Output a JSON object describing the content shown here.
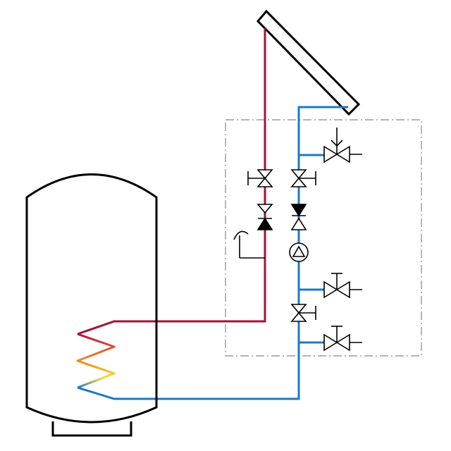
{
  "diagram": {
    "type": "solar-thermal-hydraulic-schematic",
    "colors": {
      "outline": "#000000",
      "hot_line": "#a3123a",
      "cold_line": "#1a7ac8",
      "station_boundary": "#888888",
      "coil_gradient": [
        "#b5103a",
        "#e8702a",
        "#f0a020",
        "#f5e030",
        "#1a7ac8"
      ]
    },
    "components": [
      {
        "id": "solar-collector",
        "kind": "collector"
      },
      {
        "id": "storage-tank",
        "kind": "tank",
        "contains": "heat-exchanger-coil"
      },
      {
        "id": "pump-station",
        "kind": "dashed-enclosure"
      },
      {
        "id": "flow-shutoff-valve",
        "kind": "gate-valve",
        "line": "hot"
      },
      {
        "id": "flow-check-valve",
        "kind": "check-valve",
        "line": "hot"
      },
      {
        "id": "flow-thermometer",
        "kind": "thermometer",
        "line": "hot"
      },
      {
        "id": "return-shutoff-valve",
        "kind": "gate-valve",
        "line": "cold"
      },
      {
        "id": "return-check-valve",
        "kind": "check-valve",
        "line": "cold"
      },
      {
        "id": "circulation-pump",
        "kind": "pump",
        "line": "cold"
      },
      {
        "id": "air-vent-valve",
        "kind": "branch-valve",
        "line": "cold"
      },
      {
        "id": "fill-valve",
        "kind": "branch-valve",
        "line": "cold"
      },
      {
        "id": "drain-valve",
        "kind": "branch-valve",
        "line": "cold"
      },
      {
        "id": "lower-shutoff-valve",
        "kind": "gate-valve",
        "line": "cold"
      }
    ]
  }
}
